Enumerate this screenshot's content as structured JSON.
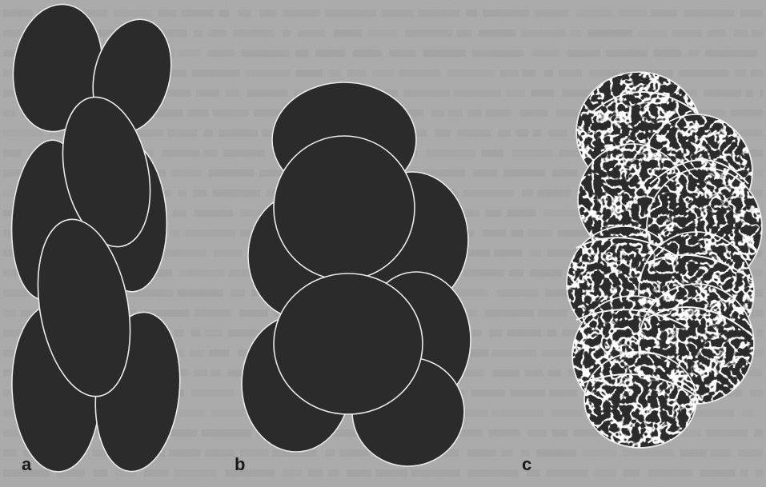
{
  "figure": {
    "panels": [
      {
        "id": "a",
        "label": "a",
        "description_shape": "elongated-oval-spores"
      },
      {
        "id": "b",
        "label": "b",
        "description_shape": "round-spores"
      },
      {
        "id": "c",
        "label": "c",
        "description_shape": "reticulate-ornamented-spores"
      }
    ]
  },
  "colors": {
    "background": "#a9a9a9",
    "background_text": "#939393",
    "spore_fill": "#2b2b2b",
    "spore_outline": "#e9e9e9",
    "ornament": "#f2f2f2"
  }
}
